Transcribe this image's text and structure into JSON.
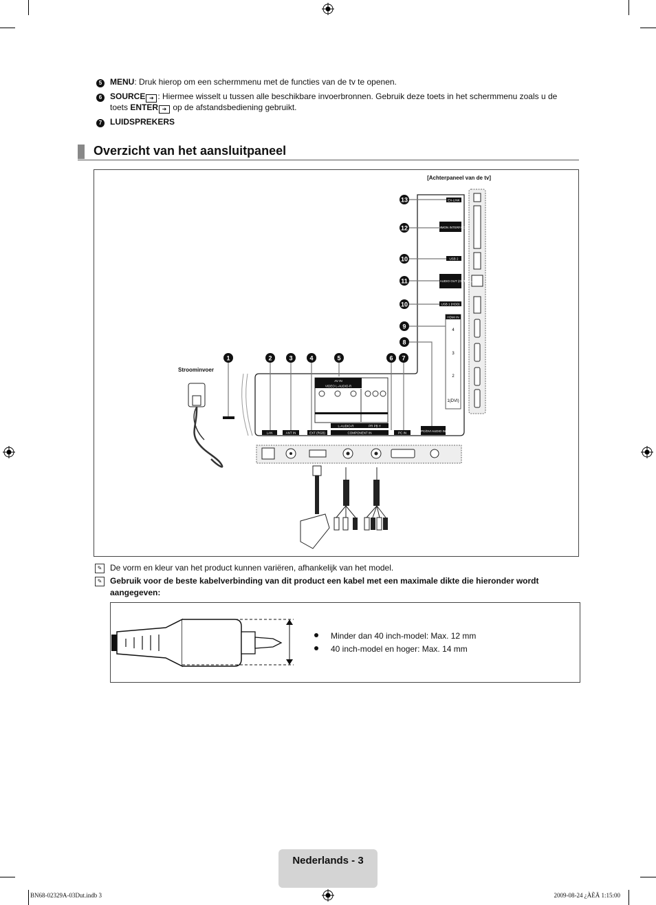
{
  "items": [
    {
      "num": "5",
      "label": "MENU",
      "text": ": Druk hierop om een schermmenu met de functies van de tv te openen."
    },
    {
      "num": "6",
      "label": "SOURCE",
      "text": ": Hiermee wisselt u tussen alle beschikbare invoerbronnen. Gebruik deze toets in het schermmenu zoals u de",
      "line2_pre": "toets ",
      "line2_label": "ENTER",
      "line2_post": " op de afstandsbediening gebruikt."
    },
    {
      "num": "7",
      "label": "LUIDSPREKERS"
    }
  ],
  "section_title": "Overzicht van het aansluitpaneel",
  "diagram": {
    "back_panel_label": "[Achterpaneel van de tv]",
    "power_label": "Stroominvoer",
    "side_callouts": [
      "13",
      "12",
      "10",
      "11",
      "10",
      "9",
      "8"
    ],
    "side_labels": [
      "EX-LINK",
      "COMMON INTERFACE",
      "USB 2",
      "DIGITAL AUDIO OUT (OPTICAL)",
      "USB 1 (HDD)",
      "HDMI IN"
    ],
    "hdmi_numbers": [
      "4",
      "3",
      "2",
      "1(DVI)"
    ],
    "bottom_callouts": [
      "1",
      "2",
      "3",
      "4",
      "5",
      "6",
      "7"
    ],
    "bottom_labels": [
      "LAN",
      "ANT IN",
      "EXT (RGB)",
      "COMPONENT IN",
      "PC IN",
      "PC/DVI AUDIO IN"
    ],
    "av_in_label": "AV IN",
    "av_sub_label": "VIDEO  L-AUDIO-R",
    "audio_sub_label": "L-AUDIO-R",
    "component_sub_label": "PR PB Y"
  },
  "notes": [
    {
      "bold": false,
      "text": "De vorm en kleur van het product kunnen variëren, afhankelijk van het model."
    },
    {
      "bold": true,
      "text": "Gebruik voor de beste kabelverbinding van dit product een kabel met een maximale dikte die hieronder wordt aangegeven:"
    }
  ],
  "note_icon": "note-icon",
  "spec_bullets": [
    "Minder dan 40 inch-model: Max. 12 mm",
    "40 inch-model en hoger: Max. 14 mm"
  ],
  "footer_page": "Nederlands - 3",
  "slug_left": "BN68-02329A-03Dut.indb   3",
  "slug_right": "2009-08-24   ¿ÀÈÄ 1:15:00"
}
